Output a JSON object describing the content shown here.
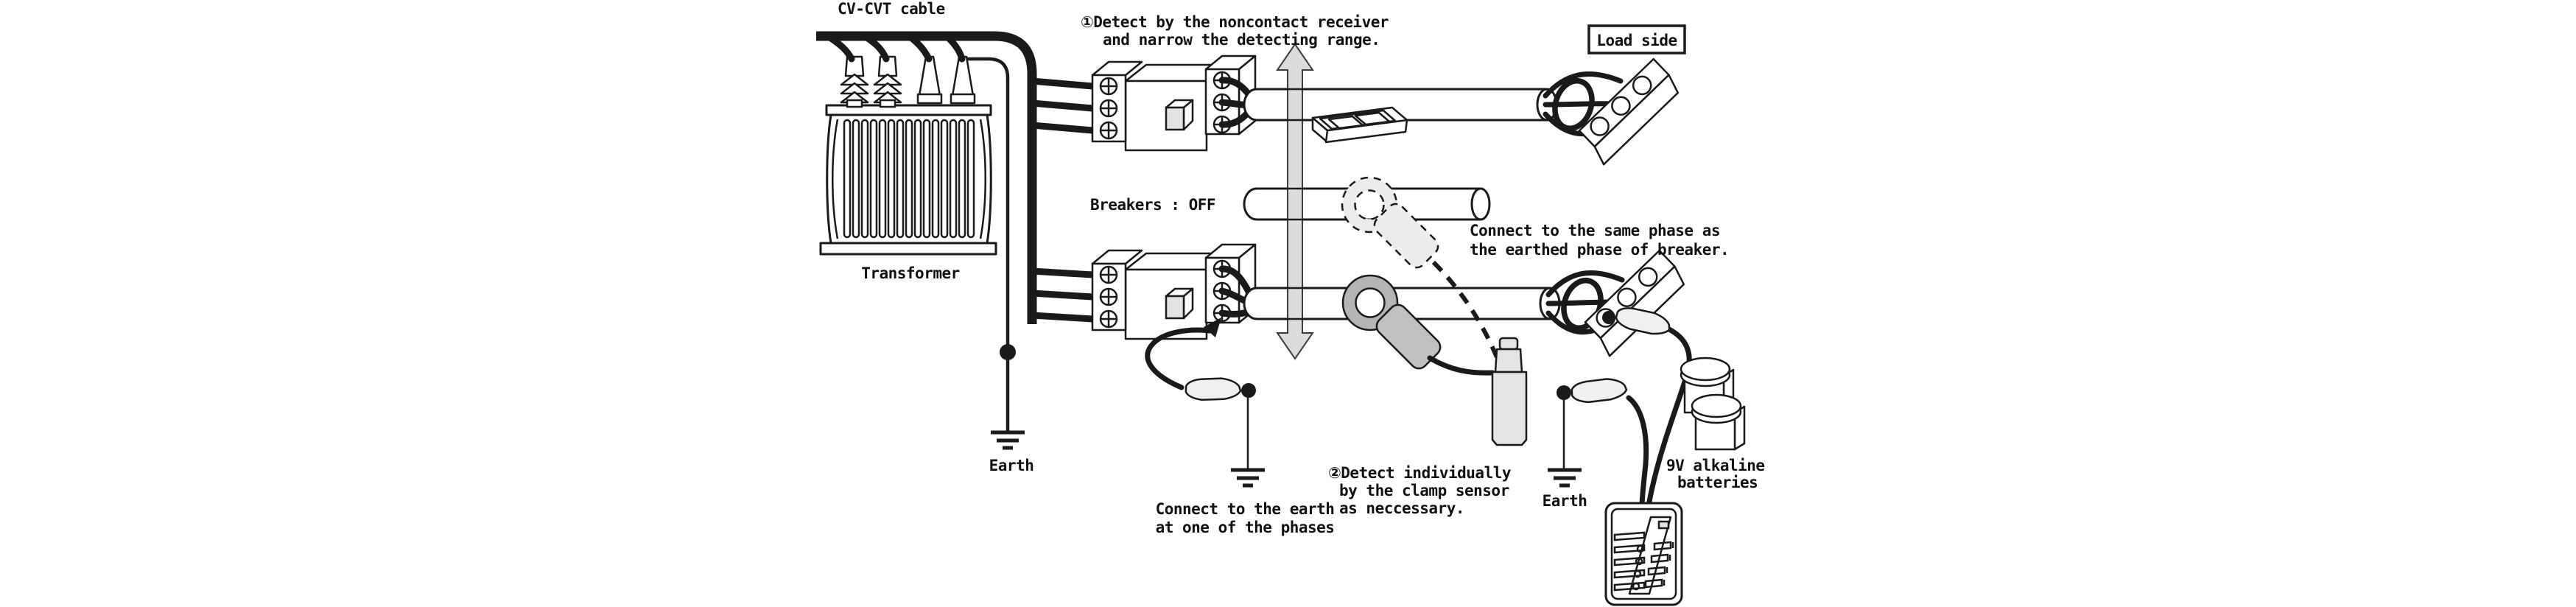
{
  "diagram": {
    "labels": {
      "cv_cvt_cable": "CV-CVT cable",
      "transformer": "Transformer",
      "step1_line1": "①Detect by the noncontact receiver",
      "step1_line2": "and narrow the detecting range.",
      "breakers_off": "Breakers : OFF",
      "load_side": "Load side",
      "same_phase_line1": "Connect to the same phase as",
      "same_phase_line2": "the earthed phase of breaker.",
      "earth_left": "Earth",
      "earth_right": "Earth",
      "connect_earth_line1": "Connect to the earth",
      "connect_earth_line2": "at one of the phases",
      "step2_line1": "②Detect individually",
      "step2_line2": "by the clamp sensor",
      "step2_line3": "as neccessary.",
      "batteries_line1": "9V alkaline",
      "batteries_line2": "batteries"
    },
    "colors": {
      "background": "#ffffff",
      "ink": "#1a1a1a",
      "arrow_fill": "#dcdcdc",
      "clamp_solid_fill": "#c0c0c0",
      "clamp_dashed_fill": "#ececec",
      "receiver_bottle_fill": "#e4e4e4",
      "toggle_fill": "#e2e2e2"
    }
  }
}
